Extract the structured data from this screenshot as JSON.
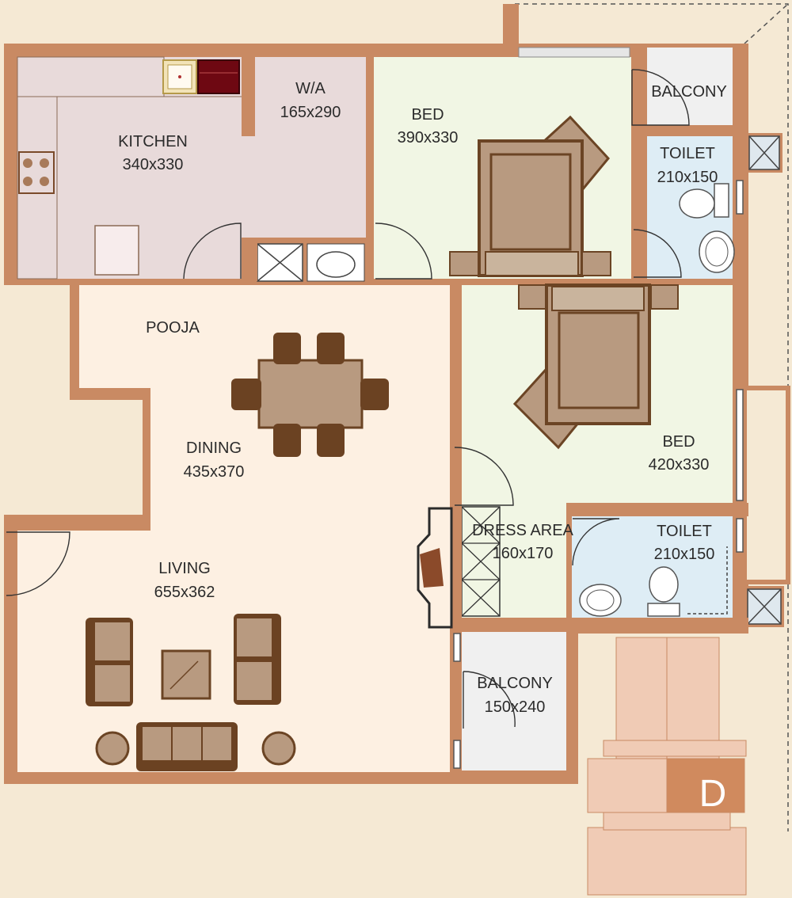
{
  "colors": {
    "background": "#f5e9d4",
    "wall": "#c98a63",
    "kitchen": "#e8dada",
    "bedroom": "#f1f6e4",
    "toilet": "#deedf5",
    "balcony": "#f0f0f0",
    "living": "#fdf0e2",
    "furniture": "#b89a80",
    "furniture_dark": "#6b4222",
    "locator_block": "#f0cbb5",
    "locator_highlight": "#d08a5e"
  },
  "rooms": {
    "kitchen": {
      "name": "KITCHEN",
      "size": "340x330"
    },
    "wa": {
      "name": "W/A",
      "size": "165x290"
    },
    "bed1": {
      "name": "BED",
      "size": "390x330"
    },
    "balcony1": {
      "name": "BALCONY"
    },
    "toilet1": {
      "name": "TOILET",
      "size": "210x150"
    },
    "pooja": {
      "name": "POOJA"
    },
    "dining": {
      "name": "DINING",
      "size": "435x370"
    },
    "bed2": {
      "name": "BED",
      "size": "420x330"
    },
    "dress": {
      "name": "DRESS AREA",
      "size": "160x170"
    },
    "toilet2": {
      "name": "TOILET",
      "size": "210x150"
    },
    "living": {
      "name": "LIVING",
      "size": "655x362"
    },
    "balcony2": {
      "name": "BALCONY",
      "size": "150x240"
    }
  },
  "locator": {
    "unit_label": "D"
  },
  "icons": [
    "sink-icon",
    "stove-icon",
    "hob-icon",
    "shaft-icon",
    "toilet-icon",
    "washbasin-icon",
    "bed-icon",
    "dining-table-icon",
    "chair-icon",
    "sofa-icon",
    "armchair-icon",
    "coffee-table-icon",
    "side-table-icon",
    "pooja-shrine-icon",
    "door-icon"
  ]
}
